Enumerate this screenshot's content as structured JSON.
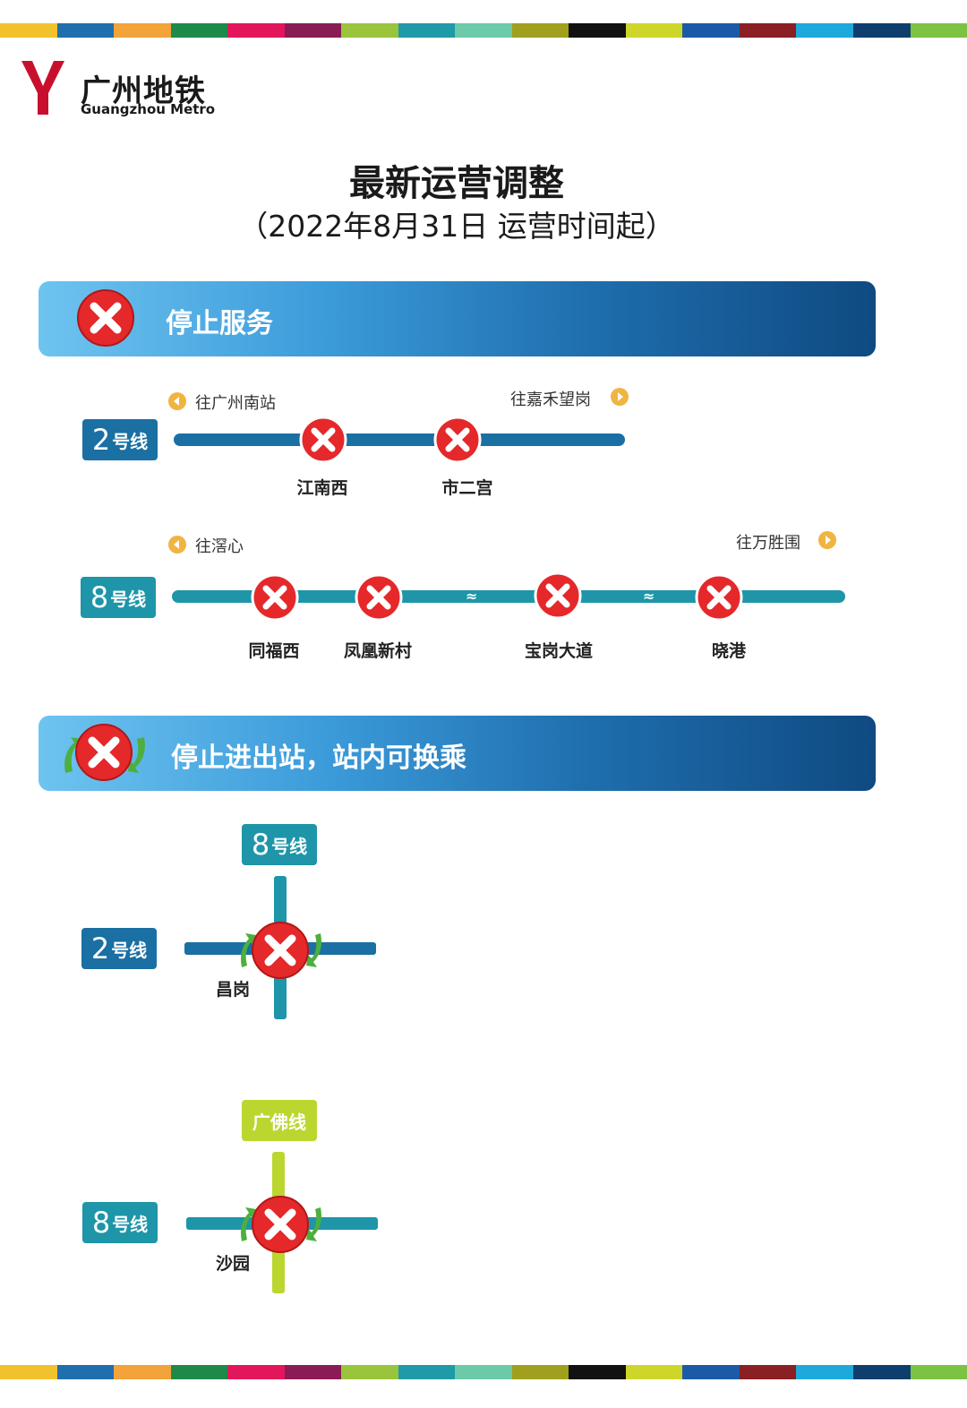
{
  "stripe_colors": [
    "#f2c12e",
    "#1f6fae",
    "#f2a33a",
    "#1e8a4a",
    "#e3165b",
    "#8a1c55",
    "#9ac43c",
    "#1f9aa8",
    "#6ccaa8",
    "#a0a01e",
    "#111111",
    "#cfd62a",
    "#1c5aa8",
    "#8a1f24",
    "#1ea9dc",
    "#0e3e6e",
    "#7cc243"
  ],
  "logo": {
    "name": "广州地铁",
    "english": "Guangzhou Metro",
    "mark_color": "#c8102e"
  },
  "header": {
    "title": "最新运营调整",
    "subtitle": "（2022年8月31日  运营时间起）"
  },
  "section1": {
    "banner_text": "停止服务"
  },
  "line2": {
    "badge_num": "2",
    "badge_label": "号线",
    "color": "#1a6fa3",
    "dir_left": "往广州南站",
    "dir_right": "往嘉禾望岗",
    "stations": [
      "江南西",
      "市二宫"
    ]
  },
  "line8": {
    "badge_num": "8",
    "badge_label": "号线",
    "color": "#1e95a8",
    "dir_left": "往滘心",
    "dir_right": "往万胜围",
    "stations": [
      "同福西",
      "凤凰新村",
      "宝岗大道",
      "晓港"
    ],
    "gap_symbol": "≈"
  },
  "section2": {
    "banner_text": "停止进出站，站内可换乘"
  },
  "transfer1": {
    "top_badge_num": "8",
    "top_badge_label": "号线",
    "top_color": "#1e95a8",
    "left_badge_num": "2",
    "left_badge_label": "号线",
    "left_color": "#1a6fa3",
    "station": "昌岗"
  },
  "transfer2": {
    "top_badge_label": "广佛线",
    "top_color": "#bcd630",
    "left_badge_num": "8",
    "left_badge_label": "号线",
    "left_color": "#1e95a8",
    "station": "沙园"
  },
  "icons": {
    "closed": "x-circle-icon",
    "direction": "arrow-circle-icon",
    "transfer": "green-arrows-icon"
  }
}
